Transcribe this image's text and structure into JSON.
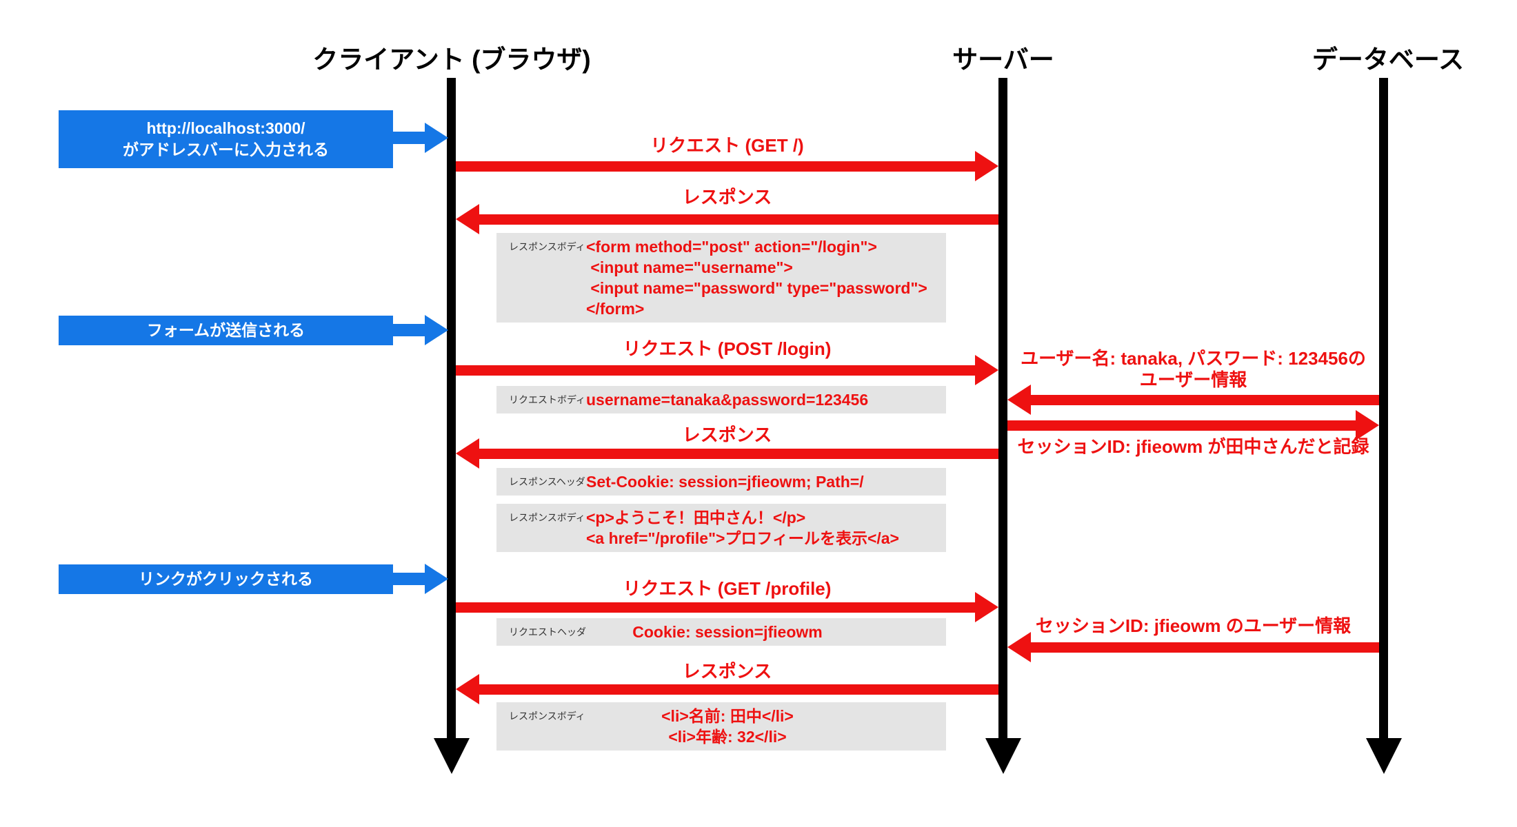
{
  "actors": {
    "client": "クライアント (ブラウザ)",
    "server": "サーバー",
    "database": "データベース"
  },
  "notes": [
    {
      "line1": "http://localhost:3000/",
      "line2": "がアドレスバーに入力される"
    },
    {
      "line1": "フォームが送信される"
    },
    {
      "line1": "リンクがクリックされる"
    }
  ],
  "messages": [
    {
      "label": "リクエスト (GET /)",
      "direction": "right",
      "from": "client",
      "to": "server"
    },
    {
      "label": "レスポンス",
      "direction": "left",
      "from": "server",
      "to": "client"
    },
    {
      "label": "リクエスト (POST /login)",
      "direction": "right",
      "from": "client",
      "to": "server"
    },
    {
      "label": "レスポンス",
      "direction": "left",
      "from": "server",
      "to": "client"
    },
    {
      "label": "リクエスト (GET /profile)",
      "direction": "right",
      "from": "client",
      "to": "server"
    },
    {
      "label": "レスポンス",
      "direction": "left",
      "from": "server",
      "to": "client"
    }
  ],
  "db_messages": [
    {
      "line1": "ユーザー名: tanaka, パスワード: 123456の",
      "line2": "ユーザー情報",
      "direction": "left",
      "from": "database",
      "to": "server"
    },
    {
      "label": "セッションID: jfieowm が田中さんだと記録",
      "direction": "right",
      "from": "server",
      "to": "database"
    },
    {
      "label": "セッションID: jfieowm のユーザー情報",
      "direction": "left",
      "from": "database",
      "to": "server"
    }
  ],
  "payloads": [
    {
      "label": "レスポンスボディ",
      "lines": [
        "<form method=\"post\" action=\"/login\">",
        " <input name=\"username\">",
        " <input name=\"password\" type=\"password\">",
        "</form>"
      ]
    },
    {
      "label": "リクエストボディ",
      "lines": [
        "username=tanaka&password=123456"
      ]
    },
    {
      "label": "レスポンスヘッダ",
      "lines": [
        "Set-Cookie: session=jfieowm; Path=/"
      ]
    },
    {
      "label": "レスポンスボディ",
      "lines": [
        "<p>ようこそ！田中さん！</p>",
        "<a href=\"/profile\">プロフィールを表示</a>"
      ]
    },
    {
      "label": "リクエストヘッダ",
      "lines": [
        "Cookie: session=jfieowm"
      ]
    },
    {
      "label": "レスポンスボディ",
      "lines": [
        "<li>名前: 田中</li>",
        "<li>年齢: 32</li>"
      ]
    }
  ],
  "colors": {
    "note_blue": "#1577E6",
    "arrow_red": "#EE1111",
    "payload_gray": "#E4E4E4",
    "lifeline_black": "#000000"
  }
}
